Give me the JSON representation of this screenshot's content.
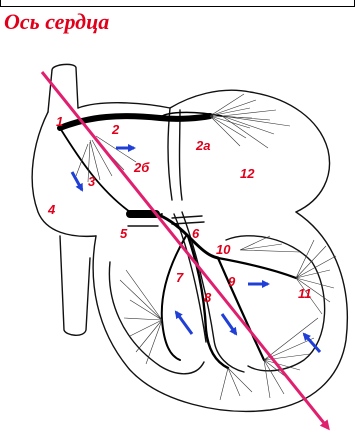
{
  "title": "Ось сердца",
  "labels": [
    {
      "id": "1",
      "text": "1"
    },
    {
      "id": "2",
      "text": "2"
    },
    {
      "id": "2a",
      "text": "2а"
    },
    {
      "id": "2b",
      "text": "2б"
    },
    {
      "id": "3",
      "text": "3"
    },
    {
      "id": "4",
      "text": "4"
    },
    {
      "id": "5",
      "text": "5"
    },
    {
      "id": "6",
      "text": "6"
    },
    {
      "id": "7",
      "text": "7"
    },
    {
      "id": "8",
      "text": "8"
    },
    {
      "id": "9",
      "text": "9"
    },
    {
      "id": "10",
      "text": "10"
    },
    {
      "id": "11",
      "text": "11"
    },
    {
      "id": "12",
      "text": "12"
    }
  ],
  "colors": {
    "title": "#e0001b",
    "label": "#e0001b",
    "axis": "#e0206e",
    "arrow": "#1f3fd6",
    "outline": "#111111"
  }
}
